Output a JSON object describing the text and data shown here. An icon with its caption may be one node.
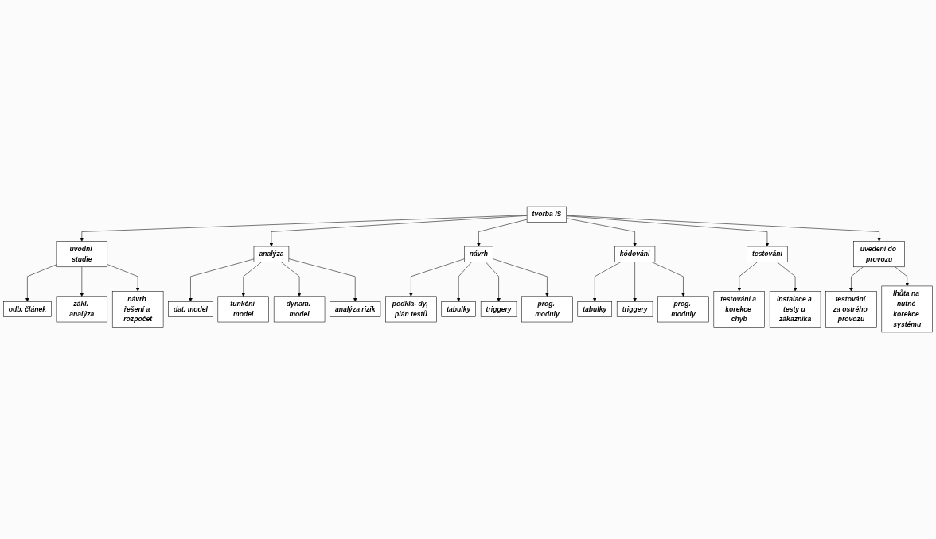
{
  "diagram": {
    "nodes": [
      {
        "text": [
          "tvorba IS"
        ]
      },
      {
        "text": [
          "úvodní studie"
        ]
      },
      {
        "text": [
          "odb. článek"
        ]
      },
      {
        "text": [
          "zákl. analýza"
        ]
      },
      {
        "text": [
          "návrh řešení a rozpočet"
        ]
      },
      {
        "text": [
          "analýza"
        ]
      },
      {
        "text": [
          "dat. model"
        ]
      },
      {
        "text": [
          "funkční model"
        ]
      },
      {
        "text": [
          "dynam. model"
        ]
      },
      {
        "text": [
          "analýza rizik"
        ]
      },
      {
        "text": [
          "návrh"
        ]
      },
      {
        "text": [
          "podkla- dy, plán testů"
        ]
      },
      {
        "text": [
          "tabulky"
        ]
      },
      {
        "text": [
          "triggery"
        ]
      },
      {
        "text": [
          "prog. moduly"
        ]
      },
      {
        "text": [
          "kódování"
        ]
      },
      {
        "text": [
          "tabulky"
        ]
      },
      {
        "text": [
          "triggery"
        ]
      },
      {
        "text": [
          "prog. moduly"
        ]
      },
      {
        "text": [
          "testování"
        ]
      },
      {
        "text": [
          "testování a korekce chyb"
        ]
      },
      {
        "text": [
          "instalace a testy u zákazníka"
        ]
      },
      {
        "text": [
          "uvedení do provozu"
        ]
      },
      {
        "text": [
          "testování za ostrého provozu"
        ]
      },
      {
        "text": [
          "lhůta na nutné korekce systému"
        ]
      }
    ],
    "edges": [
      {
        "from": 0,
        "to": 1,
        "arrow": "to"
      },
      {
        "from": 0,
        "to": 5,
        "arrow": "to"
      },
      {
        "from": 0,
        "to": 10,
        "arrow": "to"
      },
      {
        "from": 0,
        "to": 15,
        "arrow": "to"
      },
      {
        "from": 0,
        "to": 19,
        "arrow": "to"
      },
      {
        "from": 0,
        "to": 22,
        "arrow": "to"
      },
      {
        "from": 1,
        "to": 2,
        "arrow": "to"
      },
      {
        "from": 1,
        "to": 3,
        "arrow": "to"
      },
      {
        "from": 1,
        "to": 4,
        "arrow": "to"
      },
      {
        "from": 5,
        "to": 6,
        "arrow": "to"
      },
      {
        "from": 5,
        "to": 7,
        "arrow": "to"
      },
      {
        "from": 5,
        "to": 8,
        "arrow": "to"
      },
      {
        "from": 5,
        "to": 9,
        "arrow": "to"
      },
      {
        "from": 10,
        "to": 11,
        "arrow": "to"
      },
      {
        "from": 10,
        "to": 12,
        "arrow": "to"
      },
      {
        "from": 10,
        "to": 13,
        "arrow": "to"
      },
      {
        "from": 10,
        "to": 14,
        "arrow": "to"
      },
      {
        "from": 15,
        "to": 16,
        "arrow": "to"
      },
      {
        "from": 15,
        "to": 17,
        "arrow": "to"
      },
      {
        "from": 15,
        "to": 18,
        "arrow": "to"
      },
      {
        "from": 19,
        "to": 20,
        "arrow": "to"
      },
      {
        "from": 19,
        "to": 21,
        "arrow": "to"
      },
      {
        "from": 22,
        "to": 23,
        "arrow": "to"
      },
      {
        "from": 22,
        "to": 24,
        "arrow": "to"
      }
    ]
  }
}
